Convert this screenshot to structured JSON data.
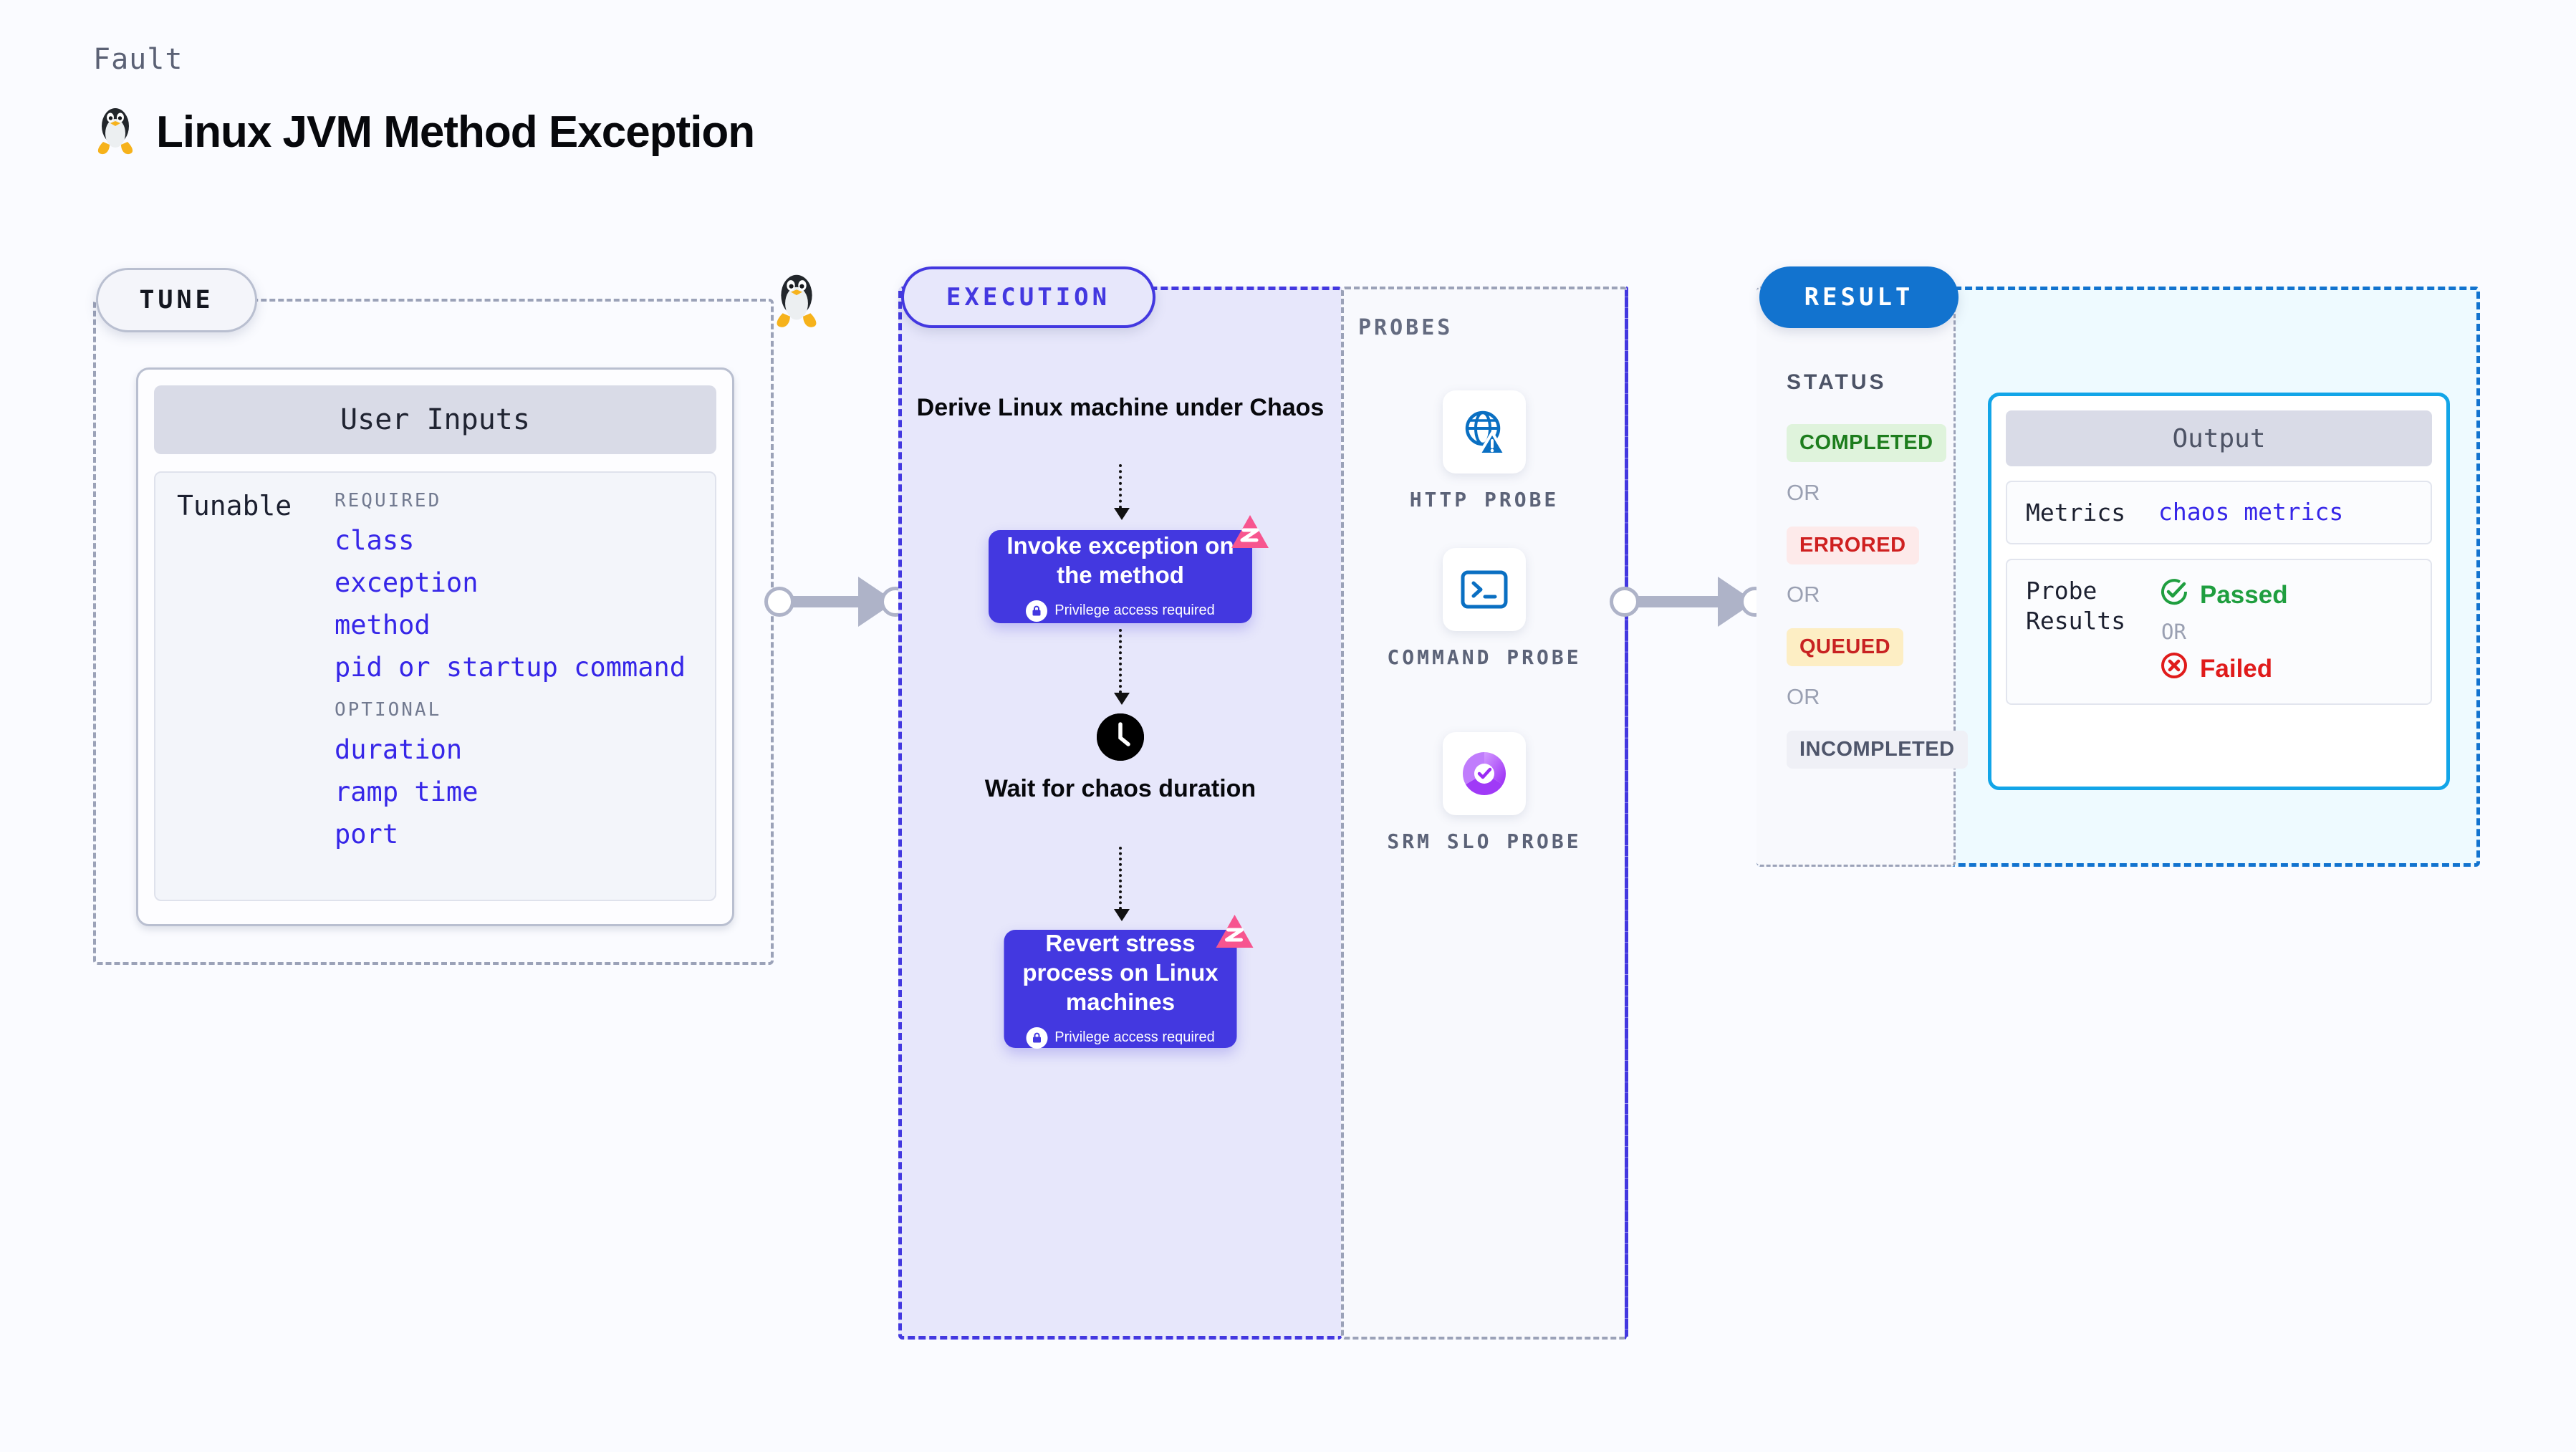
{
  "header": {
    "eyebrow": "Fault",
    "title": "Linux JVM Method Exception",
    "icon": "linux-penguin-icon"
  },
  "tune": {
    "pill_label": "TUNE",
    "card_title": "User Inputs",
    "tunable_label": "Tunable",
    "groups": [
      {
        "heading": "REQUIRED",
        "items": [
          "class",
          "exception",
          "method",
          "pid or startup command"
        ]
      },
      {
        "heading": "OPTIONAL",
        "items": [
          "duration",
          "ramp time",
          "port"
        ]
      }
    ]
  },
  "execution": {
    "pill_label": "EXECUTION",
    "steps": [
      {
        "type": "caption",
        "text": "Derive Linux machine under Chaos"
      },
      {
        "type": "action",
        "title": "Invoke exception on the method",
        "note": "Privilege access required",
        "note_icon": "lock-icon",
        "badge": "litmus-logo-icon"
      },
      {
        "type": "wait",
        "icon": "clock-icon",
        "text": "Wait for chaos duration"
      },
      {
        "type": "action",
        "title": "Revert stress process on Linux machines",
        "note": "Privilege access required",
        "note_icon": "lock-icon",
        "badge": "litmus-logo-icon"
      }
    ]
  },
  "probes": {
    "label": "PROBES",
    "items": [
      {
        "name": "HTTP PROBE",
        "icon": "globe-warning-icon"
      },
      {
        "name": "COMMAND PROBE",
        "icon": "terminal-icon"
      },
      {
        "name": "SRM SLO PROBE",
        "icon": "slo-donut-check-icon"
      }
    ]
  },
  "result": {
    "pill_label": "RESULT",
    "status_label": "STATUS",
    "or_label": "OR",
    "statuses": [
      {
        "label": "COMPLETED",
        "fg": "#1d7d1d",
        "bg": "#dff3dc"
      },
      {
        "label": "ERRORED",
        "fg": "#cf2020",
        "bg": "#fdeaea"
      },
      {
        "label": "QUEUED",
        "fg": "#c82222",
        "bg": "#fdeec4"
      },
      {
        "label": "INCOMPLETED",
        "fg": "#4f566b",
        "bg": "#eff0f6"
      }
    ],
    "output": {
      "title": "Output",
      "metrics_key": "Metrics",
      "metrics_value": "chaos metrics",
      "probe_results_key": "Probe Results",
      "or_label": "OR",
      "passed": "Passed",
      "failed": "Failed",
      "passed_icon": "check-circle-icon",
      "failed_icon": "x-circle-icon"
    }
  },
  "colors": {
    "background": "#fafbff",
    "execution_accent": "#4338e0",
    "execution_fill": "#e7e7fb",
    "result_accent": "#1273cf",
    "result_fill": "#eefaff",
    "output_border": "#12a5e8",
    "tune_border": "#9ba2b8",
    "tunable_text": "#3626e8",
    "litmus_pink": "#f7558f",
    "connector_gray": "#aeb3c8"
  }
}
